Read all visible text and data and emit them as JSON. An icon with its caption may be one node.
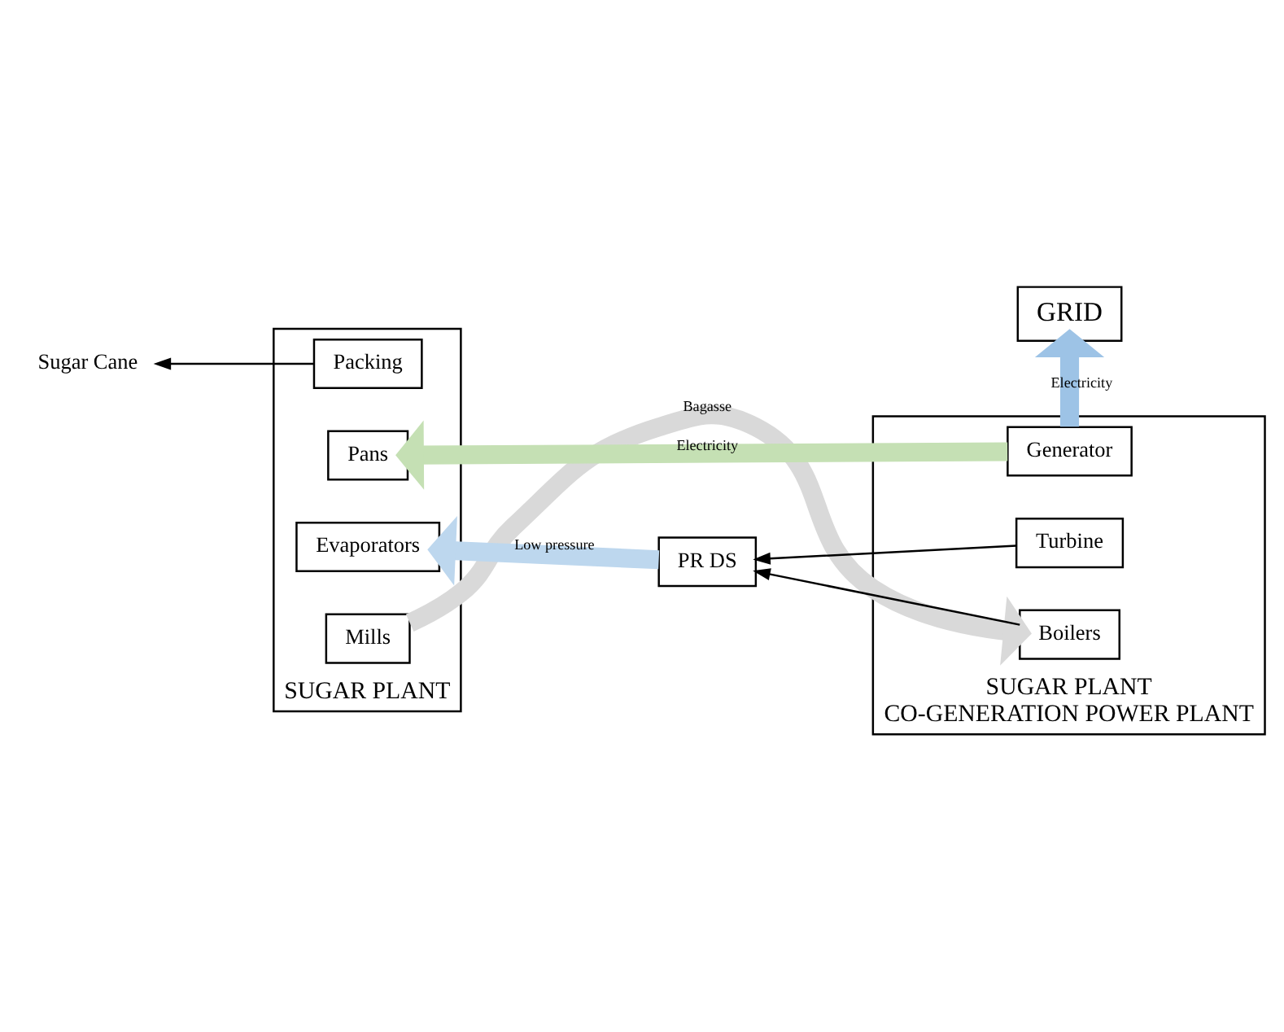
{
  "diagram": {
    "nodes": [
      {
        "text": [
          "SUGAR PLANT"
        ]
      },
      {
        "text": [
          "Packing"
        ],
        "in": 0
      },
      {
        "text": [
          "Pans"
        ],
        "in": 0
      },
      {
        "text": [
          "Evaporators"
        ],
        "in": 0
      },
      {
        "text": [
          "Mills"
        ],
        "in": 0
      },
      {
        "text": [
          "SUGAR PLANT",
          "CO-GENERATION POWER PLANT"
        ]
      },
      {
        "text": [
          "Generator"
        ],
        "in": 5
      },
      {
        "text": [
          "Turbine"
        ],
        "in": 5
      },
      {
        "text": [
          "Boilers"
        ],
        "in": 5
      },
      {
        "text": [
          "GRID"
        ]
      },
      {
        "text": [
          "PR DS"
        ]
      },
      {
        "text": [
          "Sugar Cane"
        ]
      }
    ],
    "edges": [
      {
        "from": 6,
        "to": 9,
        "arrow": "to",
        "label": "Electricity",
        "color": "#9dc3e6"
      },
      {
        "from": 1,
        "to": 11,
        "arrow": "to"
      },
      {
        "from": 6,
        "to": 2,
        "arrow": "to",
        "label": "Electricity",
        "color": "#c5e0b4"
      },
      {
        "from": 7,
        "to": 10,
        "arrow": "to"
      },
      {
        "from": 8,
        "to": 10,
        "arrow": "to"
      },
      {
        "from": 10,
        "to": 3,
        "arrow": "to",
        "label": "Low pressure",
        "color": "#bdd7ee"
      },
      {
        "from": 4,
        "to": 8,
        "arrow": "to",
        "label": "Bagasse",
        "color": "#d9d9d9"
      }
    ]
  }
}
